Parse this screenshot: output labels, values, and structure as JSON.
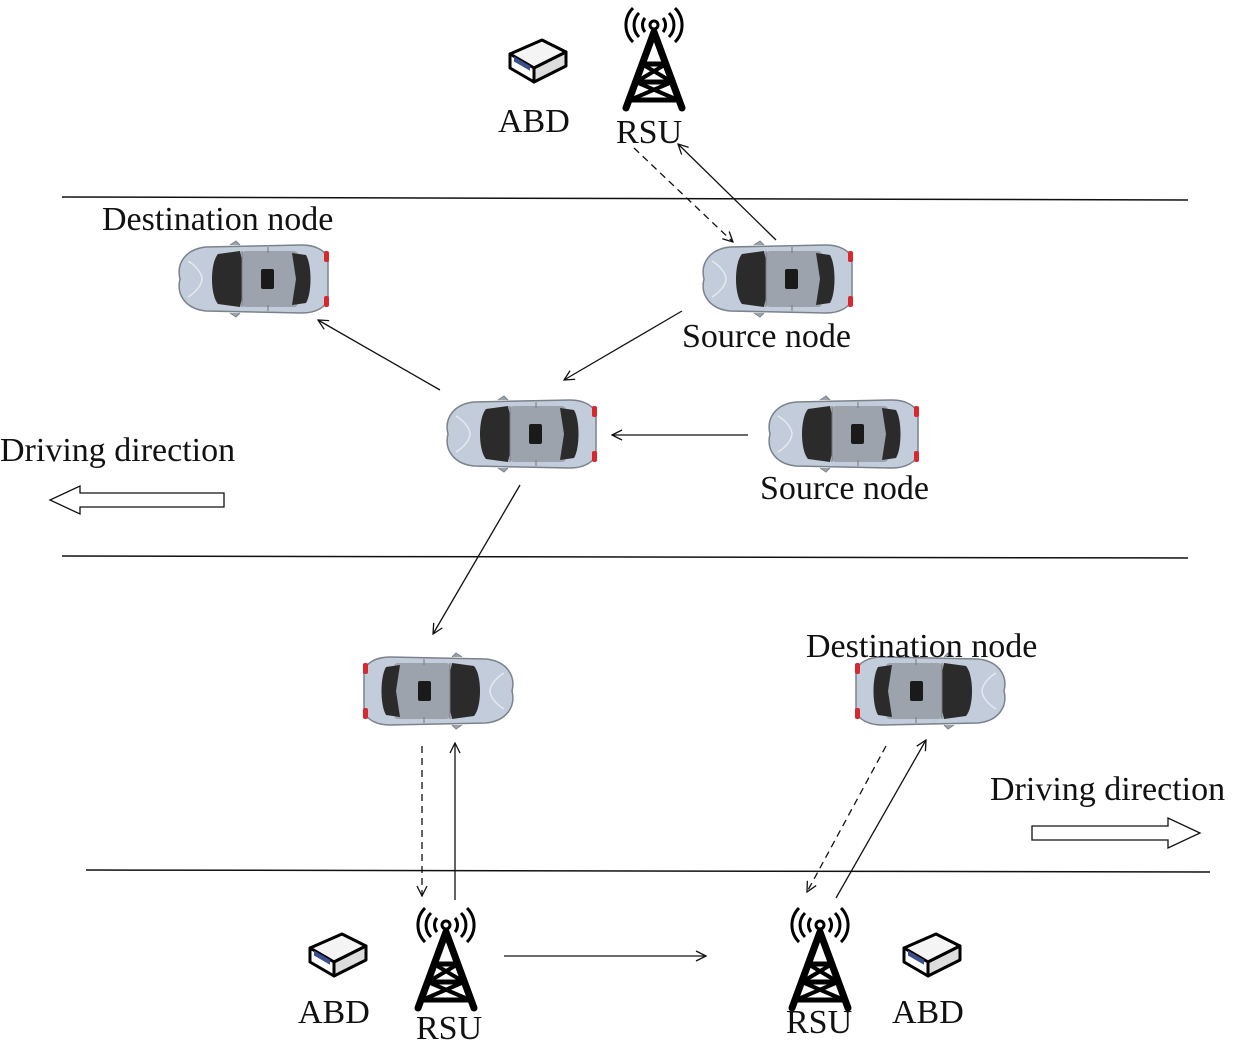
{
  "labels": {
    "abd_top": "ABD",
    "rsu_top": "RSU",
    "destination_top": "Destination node",
    "source_top": "Source node",
    "source_mid": "Source node",
    "driving_left": "Driving direction",
    "destination_bottom": "Destination node",
    "driving_right": "Driving direction",
    "abd_bottom_left": "ABD",
    "rsu_bottom_left": "RSU",
    "rsu_bottom_right": "RSU",
    "abd_bottom_right": "ABD"
  },
  "colors": {
    "car_body": "#c3ccda",
    "car_roof": "#9ca3ad",
    "car_glass": "#2b2b2b",
    "tail_light": "#d9272e",
    "line": "#111111"
  },
  "icons": {
    "car": "car-icon",
    "rsu": "rsu-tower-icon",
    "abd": "abd-device-icon",
    "direction": "direction-arrow-icon"
  }
}
